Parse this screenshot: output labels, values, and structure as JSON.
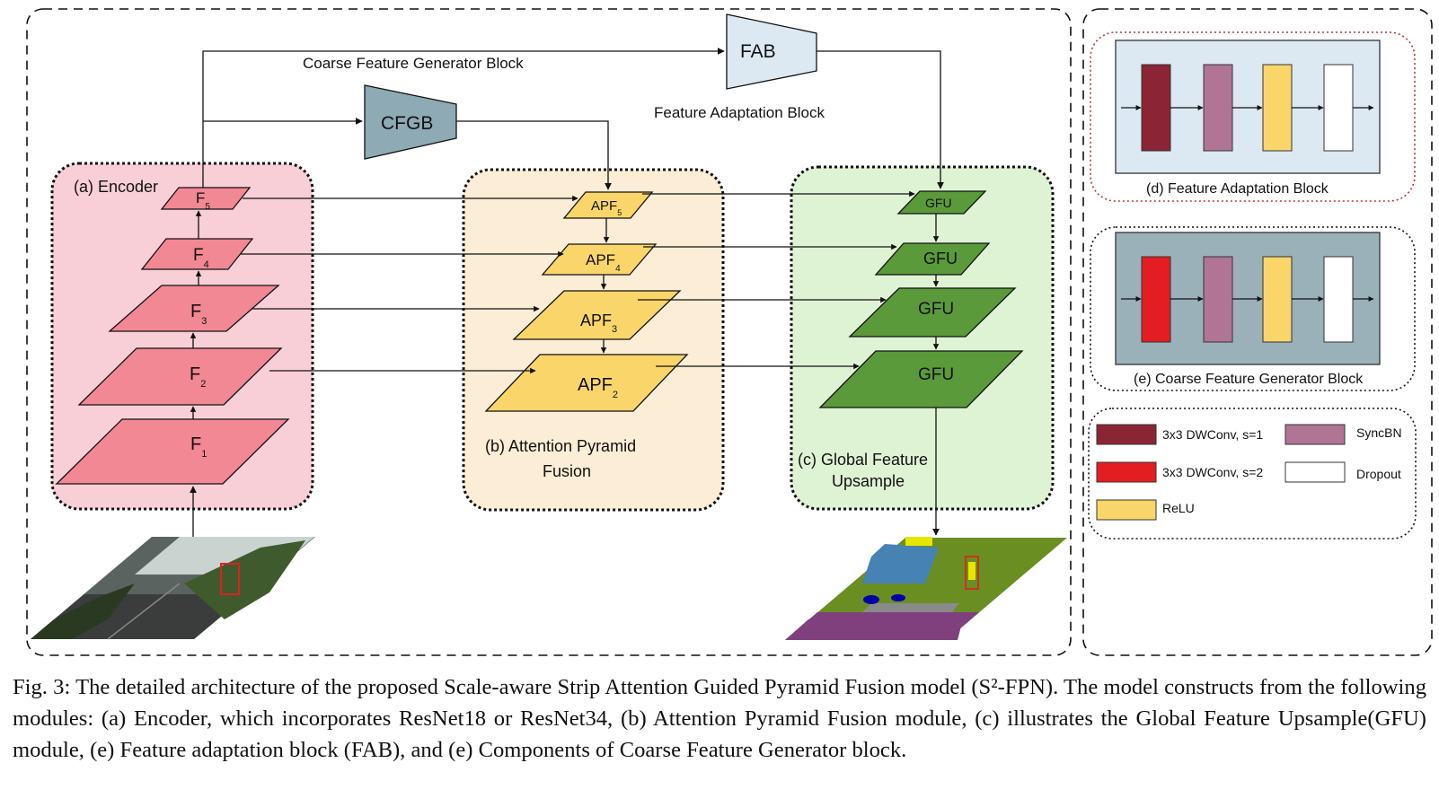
{
  "colors": {
    "encoder_bg": "#f8cfd7",
    "encoder_layer": "#f28893",
    "apf_bg": "#fbedd6",
    "apf_layer": "#fad66a",
    "gfu_bg": "#def3d4",
    "gfu_layer": "#5a9a3a",
    "cfgb": "#8eaab4",
    "fab": "#dce9f3",
    "fab_panel": "#dce9f3",
    "cfgb_panel": "#9ab1ba",
    "dwconv_s1": "#8b2535",
    "syncbn": "#b07594",
    "relu": "#fad66a",
    "dropout": "#ffffff",
    "dwconv_s2": "#e41d23",
    "fab_box_border": "#b6353c"
  },
  "diagram": {
    "encoder": {
      "title": "(a) Encoder",
      "layers": [
        {
          "base": "F",
          "sub": "5"
        },
        {
          "base": "F",
          "sub": "4"
        },
        {
          "base": "F",
          "sub": "3"
        },
        {
          "base": "F",
          "sub": "2"
        },
        {
          "base": "F",
          "sub": "1"
        }
      ]
    },
    "apf": {
      "title_line1": "(b) Attention Pyramid",
      "title_line2": "Fusion",
      "layers": [
        {
          "base": "APF",
          "sub": "5"
        },
        {
          "base": "APF",
          "sub": "4"
        },
        {
          "base": "APF",
          "sub": "3"
        },
        {
          "base": "APF",
          "sub": "2"
        }
      ]
    },
    "gfu": {
      "title_line1": "(c) Global Feature",
      "title_line2": "Upsample",
      "layers": [
        "GFU",
        "GFU",
        "GFU",
        "GFU"
      ]
    },
    "cfgb_label": "CFGB",
    "cfgb_caption": "Coarse Feature Generator Block",
    "fab_label": "FAB",
    "fab_caption": "Feature Adaptation Block",
    "fab_panel_title": "(d) Feature Adaptation Block",
    "cfgb_panel_title": "(e) Coarse Feature Generator Block",
    "legend": [
      {
        "label": "3x3 DWConv, s=1",
        "color": "#8b2535"
      },
      {
        "label": "SyncBN",
        "color": "#b07594"
      },
      {
        "label": "3x3 DWConv, s=2",
        "color": "#e41d23"
      },
      {
        "label": "Dropout",
        "color": "#ffffff"
      },
      {
        "label": "ReLU",
        "color": "#fad66a"
      }
    ]
  },
  "caption": "Fig. 3: The detailed architecture of the proposed Scale-aware Strip Attention Guided Pyramid Fusion model (S²-FPN). The model constructs from the following modules: (a) Encoder, which incorporates ResNet18 or ResNet34, (b) Attention Pyramid Fusion module, (c) illustrates the Global Feature Upsample(GFU) module, (e) Feature adaptation block (FAB), and (e) Components of Coarse Feature Generator block."
}
